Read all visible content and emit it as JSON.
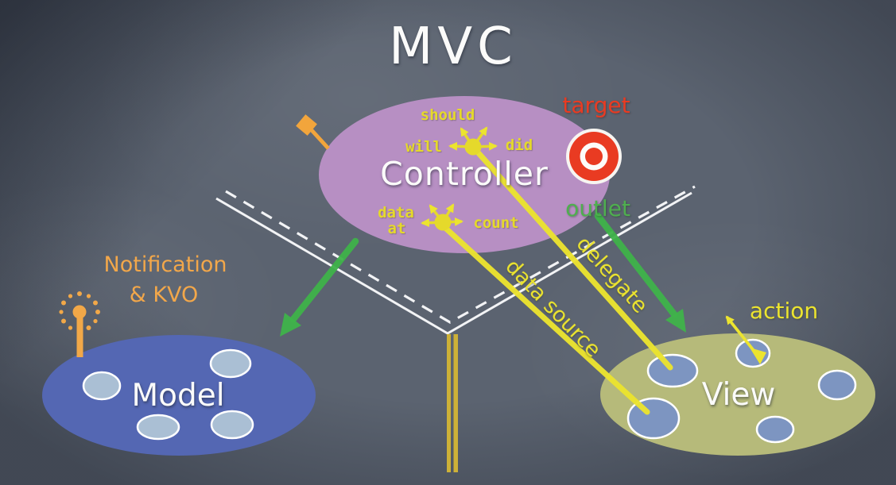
{
  "title": "MVC",
  "nodes": {
    "controller": {
      "label": "Controller",
      "fill": "#b78fc3"
    },
    "model": {
      "label": "Model",
      "fill": "#5467b3"
    },
    "view": {
      "label": "View",
      "fill": "#b6ba7a"
    }
  },
  "controller_messages": {
    "should": "should",
    "will": "will",
    "did": "did",
    "data": "data",
    "at": "at",
    "count": "count"
  },
  "annotations": {
    "target": "target",
    "outlet": "outlet",
    "delegate": "delegate",
    "data_source": "data source",
    "action": "action",
    "notification_line1": "Notification",
    "notification_line2": "& KVO"
  },
  "icons": {
    "target_bullseye": "target-bullseye-icon",
    "notification_antenna": "radio-antenna-icon",
    "controller_flag": "flag-marker-icon"
  },
  "colors": {
    "background": "#5b6370",
    "chalk_white": "#f2f3f5",
    "chalk_yellow": "#ece42f",
    "mono_yellow": "#e5d92b",
    "chalk_green": "#3fb34a",
    "chalk_orange": "#f2a74a",
    "chalk_red": "#e93b22",
    "boundary_gold": "#cdb138",
    "model_port": "#aabfd4",
    "view_port": "#7d95c1"
  }
}
